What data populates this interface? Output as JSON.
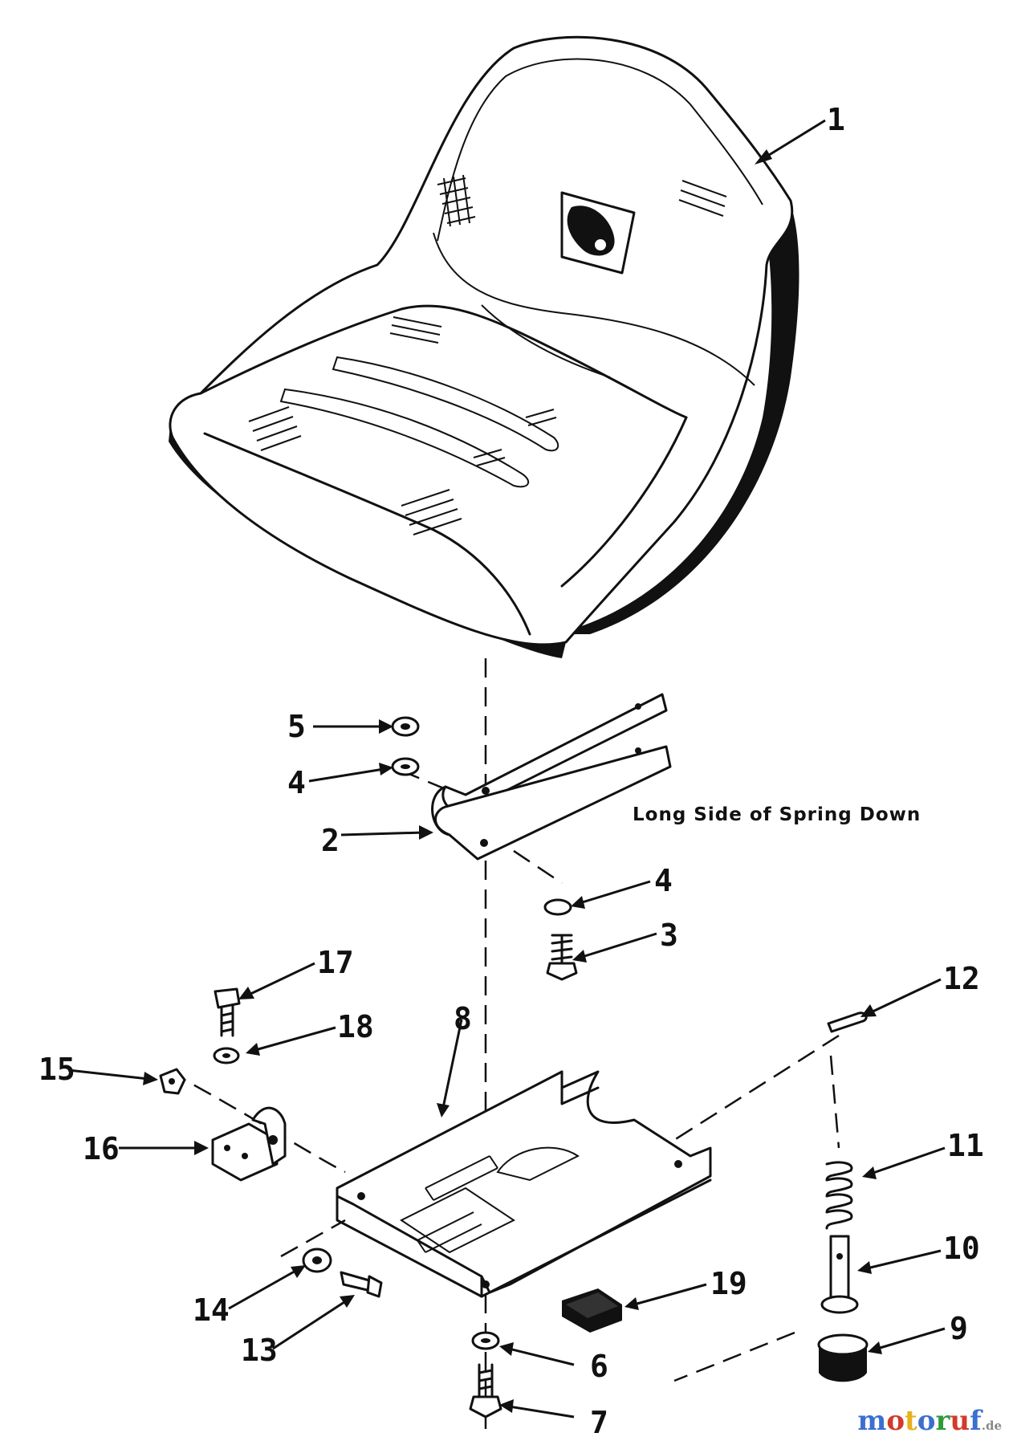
{
  "diagram": {
    "note": "Long Side of Spring Down",
    "callouts": {
      "seat": "1",
      "spring": "2",
      "screw_upper": "3",
      "washer_lower": "4",
      "washer_upper": "4",
      "nut_upper": "5",
      "washer_bottom": "6",
      "screw_bottom": "7",
      "seat_pan": "8",
      "knob": "9",
      "pin": "10",
      "compression_spring": "11",
      "cotter_pin": "12",
      "bolt": "13",
      "bushing": "14",
      "nut_left": "15",
      "hinge_bracket": "16",
      "bolt_flange": "17",
      "washer_flange": "18",
      "pad": "19"
    }
  },
  "watermark": {
    "letters": [
      "m",
      "o",
      "t",
      "o",
      "r",
      "u",
      "f"
    ],
    "colors": [
      "#3b6fd0",
      "#d23a2a",
      "#e7b01d",
      "#3b6fd0",
      "#2f9a3c",
      "#d23a2a",
      "#3b6fd0"
    ],
    "suffix": ".de"
  }
}
